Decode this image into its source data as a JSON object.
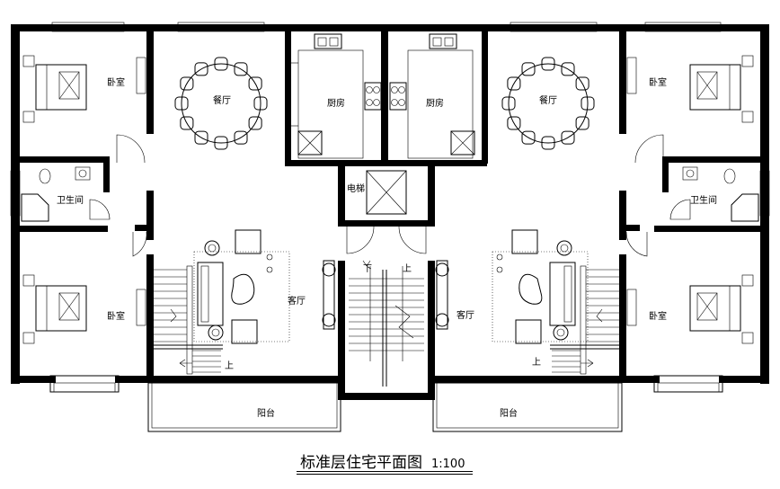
{
  "title": "标准层住宅平面图",
  "scale": "1:100",
  "rooms": {
    "bedroom": "卧室",
    "dining": "餐厅",
    "kitchen": "厨房",
    "bathroom": "卫生间",
    "living": "客厅",
    "elevator": "电梯",
    "balcony": "阳台"
  },
  "stairs": {
    "down": "下",
    "up": "上"
  }
}
